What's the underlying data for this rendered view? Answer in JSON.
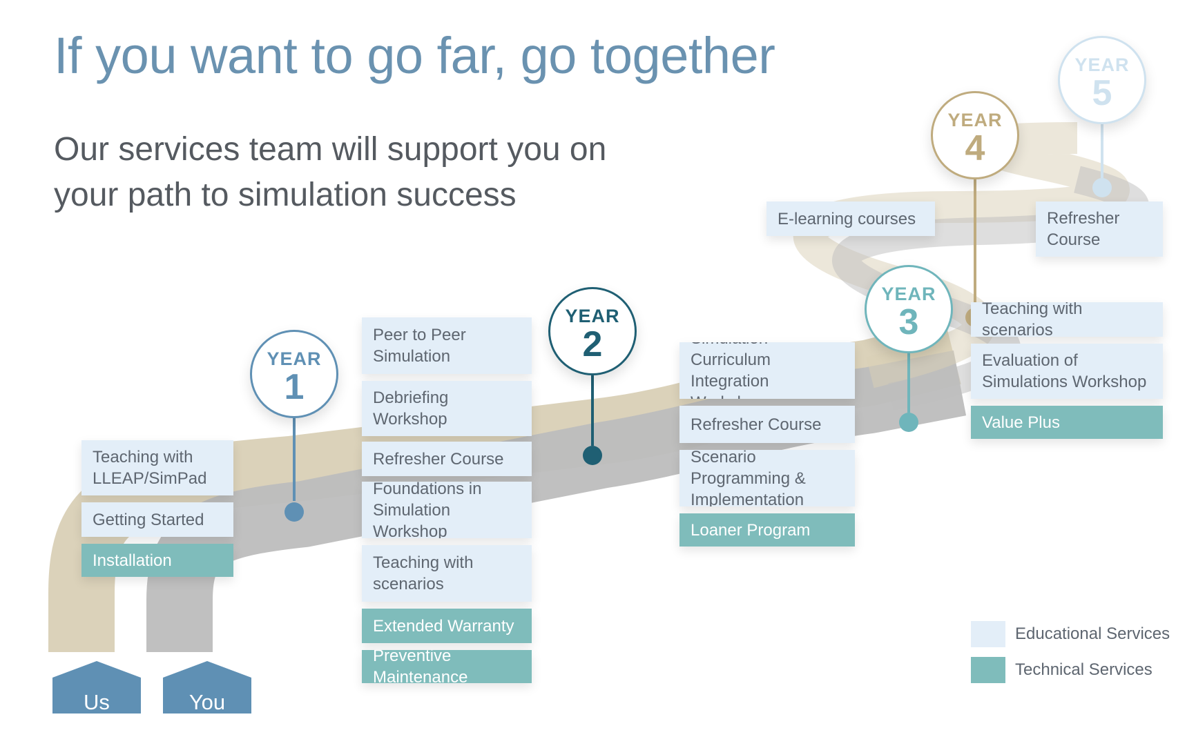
{
  "headline": "If you want to go far, go together",
  "subline": "Our services team will support you on your path to simulation success",
  "colors": {
    "educational": "#e3eef8",
    "technical": "#7fbcbb",
    "road_us": "#d9d0b6",
    "road_you": "#bdbdbd",
    "house": "#5f90b4",
    "year1": "#5f90b4",
    "year2": "#1f5f73",
    "year3": "#6fb5bb",
    "year4": "#bfab7e",
    "year5": "#cfe2ef"
  },
  "starts": {
    "us": "Us",
    "you": "You"
  },
  "years": [
    {
      "label": "YEAR",
      "number": "1"
    },
    {
      "label": "YEAR",
      "number": "2"
    },
    {
      "label": "YEAR",
      "number": "3"
    },
    {
      "label": "YEAR",
      "number": "4"
    },
    {
      "label": "YEAR",
      "number": "5"
    }
  ],
  "year1": {
    "educational": [
      "Teaching with LLEAP/SimPad",
      "Getting Started"
    ],
    "technical": [
      "Installation"
    ]
  },
  "year2": {
    "educational": [
      "Peer to Peer Simulation",
      "Debriefing Workshop",
      "Refresher Course",
      "Foundations in Simulation Workshop",
      "Teaching with scenarios"
    ],
    "technical": [
      "Extended Warranty",
      "Preventive Maintenance"
    ]
  },
  "year3": {
    "educational": [
      "Simulation Curriculum Integration Workshop",
      "Refresher Course",
      "Scenario Programming & Implementation"
    ],
    "technical": [
      "Loaner Program"
    ]
  },
  "year4": {
    "educational": [
      "Teaching with scenarios",
      "Evaluation of Simulations Workshop",
      "E-learning courses"
    ],
    "technical": [
      "Value Plus"
    ]
  },
  "year5": {
    "educational": [
      "Refresher Course"
    ]
  },
  "legend": {
    "educational": "Educational Services",
    "technical": "Technical Services"
  }
}
